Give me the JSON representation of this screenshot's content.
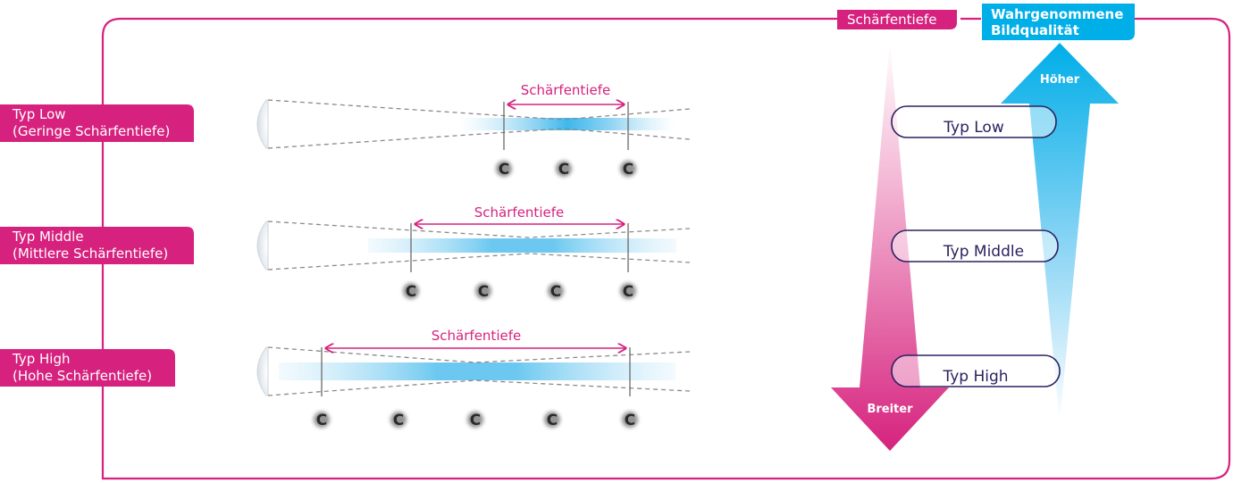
{
  "colors": {
    "magenta": "#d6227e",
    "cyan": "#00aee8",
    "navy": "#2b2160",
    "gray": "#8a8a8a",
    "dark": "#3a3a3a"
  },
  "header": {
    "depth_tag": "Schärfentiefe",
    "quality_tag_line1": "Wahrgenommene",
    "quality_tag_line2": "Bildqualität"
  },
  "rows": [
    {
      "type_label": "Typ Low",
      "desc_label": "(Geringe Schärfentiefe)",
      "range_label": "Schärfentiefe",
      "c_count": 3,
      "c_marks": [
        "C",
        "C",
        "C"
      ]
    },
    {
      "type_label": "Typ Middle",
      "desc_label": "(Mittlere Schärfentiefe)",
      "range_label": "Schärfentiefe",
      "c_count": 4,
      "c_marks": [
        "C",
        "C",
        "C",
        "C"
      ]
    },
    {
      "type_label": "Typ High",
      "desc_label": "(Hohe Schärfentiefe)",
      "range_label": "Schärfentiefe",
      "c_count": 5,
      "c_marks": [
        "C",
        "C",
        "C",
        "C",
        "C"
      ]
    }
  ],
  "scale": {
    "down_arrow_label": "Breiter",
    "up_arrow_label": "Höher",
    "pills": [
      "Typ Low",
      "Typ Middle",
      "Typ High"
    ]
  }
}
